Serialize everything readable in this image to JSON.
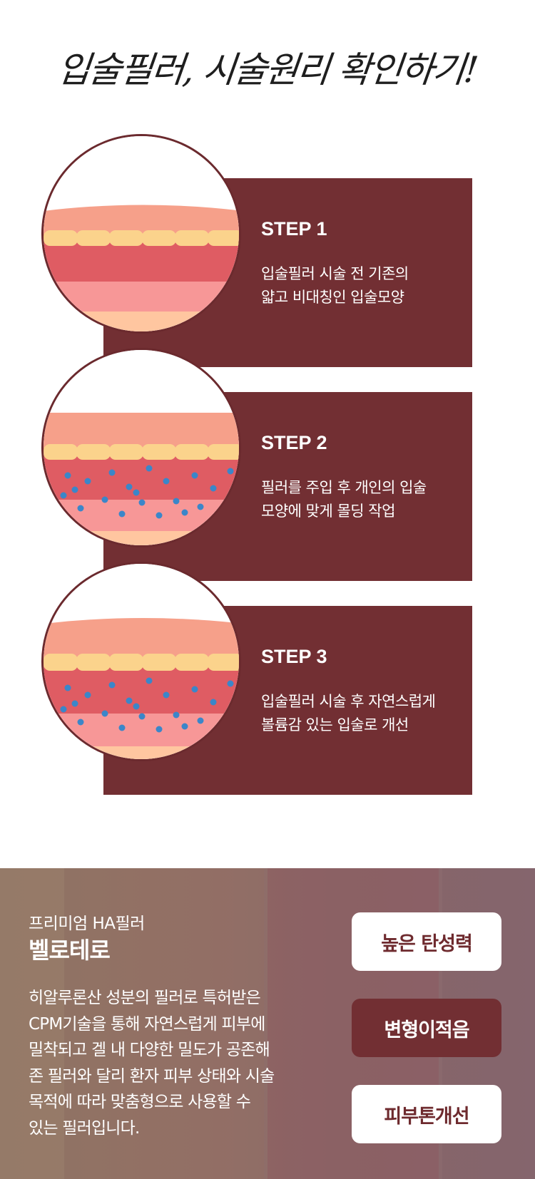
{
  "headline": "입술필러, 시술원리 확인하기!",
  "steps": [
    {
      "title": "STEP 1",
      "line1": "입술필러 시술 전 기존의",
      "line2": "얇고 비대칭인 입술모양"
    },
    {
      "title": "STEP 2",
      "line1": "필러를 주입 후 개인의 입술",
      "line2": "모양에 맞게 몰딩 작업"
    },
    {
      "title": "STEP 3",
      "line1": "입술필러 시술 후 자연스럽게",
      "line2": "볼륨감 있는 입술로 개선"
    }
  ],
  "product": {
    "subtitle": "프리미엄 HA필러",
    "name": "벨로테로",
    "body": [
      "히알루론산 성분의 필러로 특허받은",
      "CPM기술을 통해 자연스럽게 피부에",
      "밀착되고 겔 내 다양한 밀도가 공존해",
      "존 필러와 달리 환자 피부 상태와 시술",
      "목적에 따라 맞춤형으로 사용할 수",
      "있는 필러입니다."
    ],
    "features": [
      "높은 탄성력",
      "변형이적음",
      "피부톤개선"
    ]
  },
  "colors": {
    "panel": "#722f33",
    "lip_top": "#f6a08a",
    "lip_teeth": "#fbd38c",
    "lip_mid": "#df5c63",
    "lip_low": "#f79797",
    "dots": "#3b86c9"
  },
  "icons": {
    "lip_illustration": "lip-cross-section-illustration"
  }
}
